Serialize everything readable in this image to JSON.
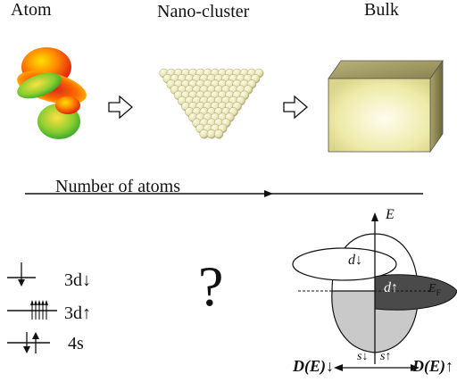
{
  "top_labels": {
    "atom": "Atom",
    "nano": "Nano-cluster",
    "bulk": "Bulk"
  },
  "axis_label": "Number of atoms",
  "levels": {
    "d_down": "3d↓",
    "d_up": "3d↑",
    "s": "4s"
  },
  "question": "?",
  "dos": {
    "energy": "E",
    "fermi": "E",
    "fermi_sub": "F",
    "d_down": "d↓",
    "d_up": "d↑",
    "s_down": "s↓",
    "s_up": "s↑",
    "axis_left": "D(E)↓",
    "axis_right": "D(E)↑"
  },
  "colors": {
    "bulk_face": "#e9e6a0",
    "bulk_glow": "#fffce8",
    "cluster_sphere": "#e6e2b0",
    "dos_lower_fill": "#c9c9c9",
    "dos_dup_fill": "#4a4a4a"
  }
}
